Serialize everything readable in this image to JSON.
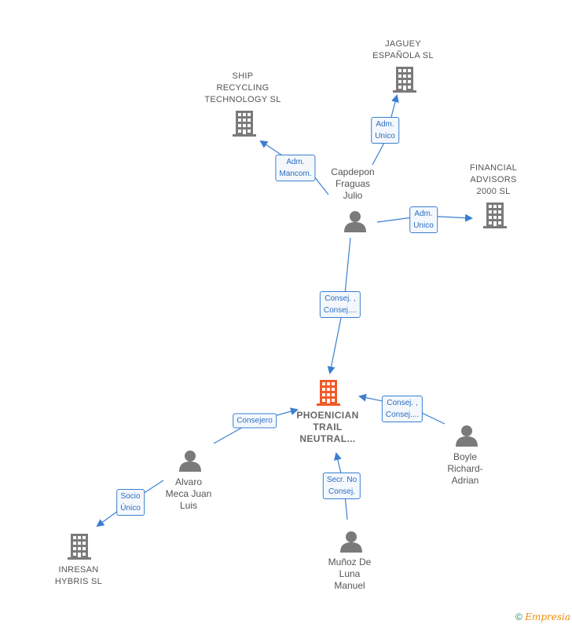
{
  "nodes": {
    "jaguey": {
      "label": "JAGUEY\nESPAÑOLA SL",
      "type": "company"
    },
    "ship": {
      "label": "SHIP\nRECYCLING\nTECHNOLOGY SL",
      "type": "company"
    },
    "financial": {
      "label": "FINANCIAL\nADVISORS\n2000 SL",
      "type": "company"
    },
    "capdepon": {
      "label": "Capdepon\nFraguas\nJulio",
      "type": "person"
    },
    "phoenician": {
      "label": "PHOENICIAN\nTRAIL\nNEUTRAL...",
      "type": "main"
    },
    "boyle": {
      "label": "Boyle\nRichard-\nAdrian",
      "type": "person"
    },
    "alvaro": {
      "label": "Alvaro\nMeca Juan\nLuis",
      "type": "person"
    },
    "inresan": {
      "label": "INRESAN\nHYBRIS SL",
      "type": "company"
    },
    "munoz": {
      "label": "Muñoz De\nLuna\nManuel",
      "type": "person"
    }
  },
  "edges": {
    "capdepon_jaguey": "Adm.\nUnico",
    "capdepon_ship": "Adm.\nMancom.",
    "capdepon_financial": "Adm.\nUnico",
    "capdepon_phoenician": "Consej. ,\nConsej....",
    "boyle_phoenician": "Consej. ,\nConsej....",
    "alvaro_phoenician": "Consejero",
    "alvaro_inresan": "Socio\nÚnico",
    "munoz_phoenician": "Secr.  No\nConsej."
  },
  "footer": {
    "copyright": "©",
    "brand": "Empresia"
  },
  "colors": {
    "company": "#7a7a7a",
    "main": "#f05a28",
    "person": "#7a7a7a",
    "edge": "#3a7fd0"
  }
}
